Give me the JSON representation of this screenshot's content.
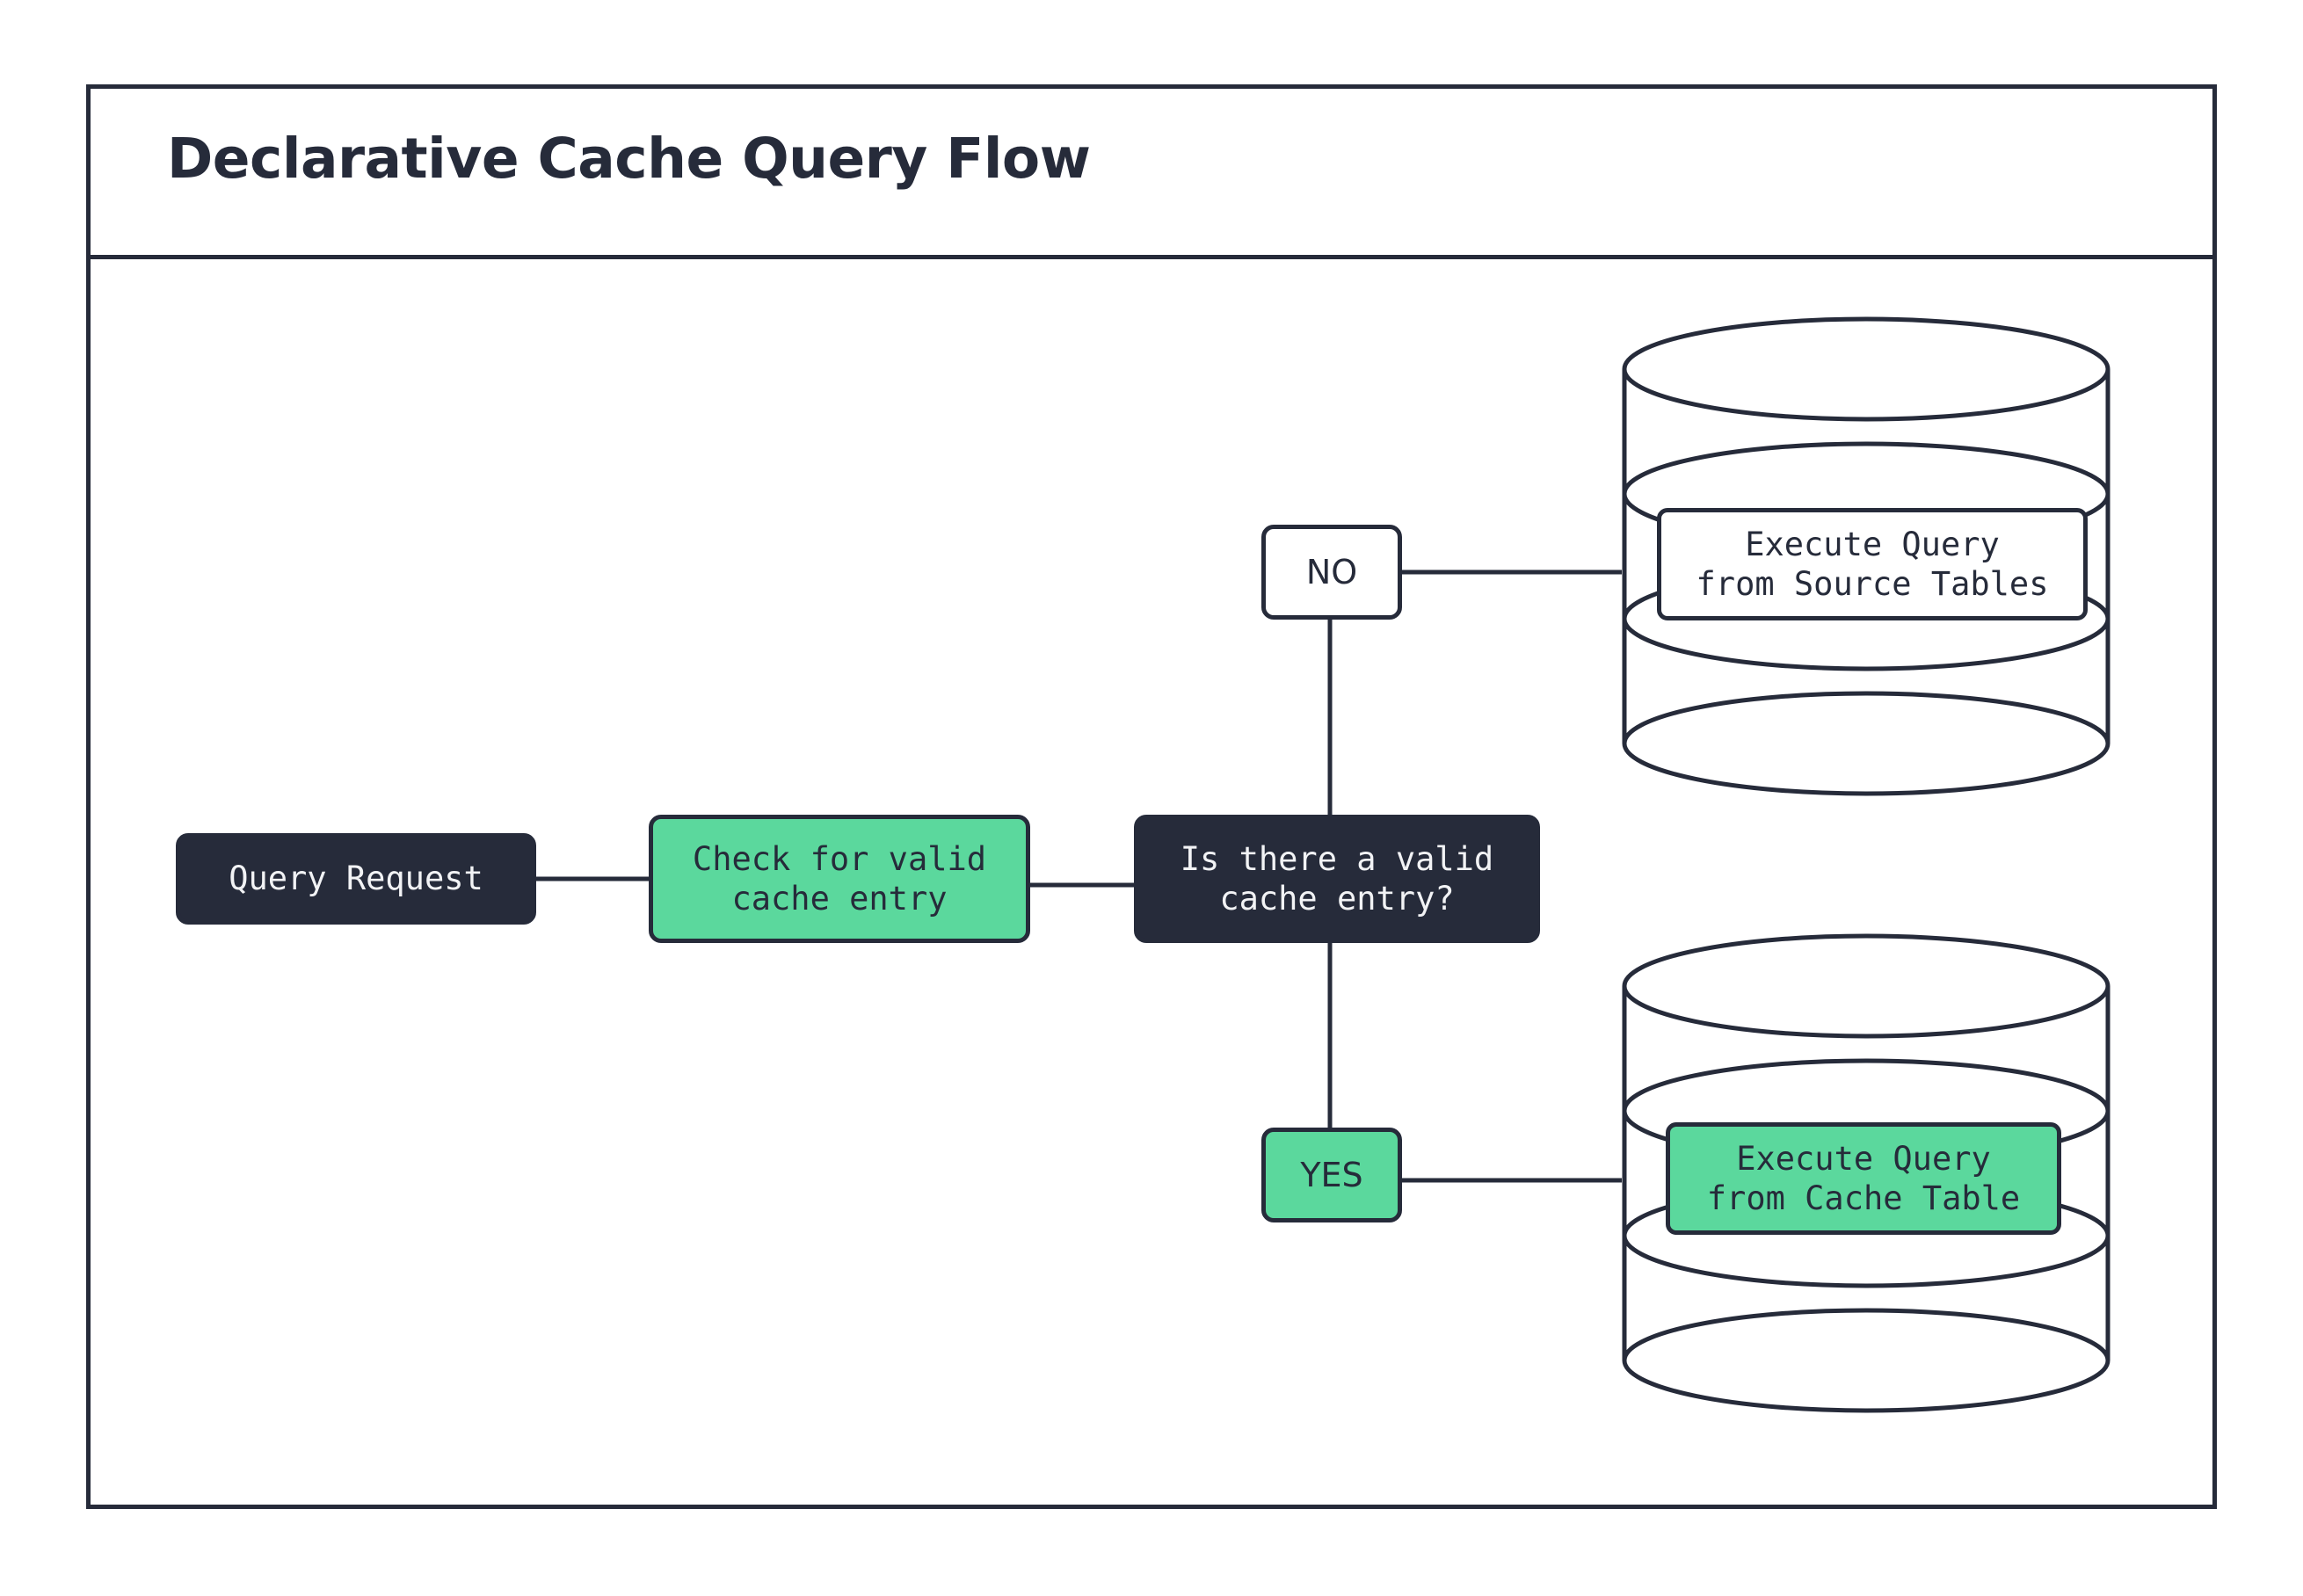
{
  "page": {
    "title": "Declarative Cache Query Flow",
    "background_color": "#ffffff",
    "ink_color": "#262b3a",
    "accent_green": "#5bd89d"
  },
  "diagram": {
    "type": "flowchart",
    "orientation": "left-to-right",
    "nodes": [
      {
        "id": "query-request",
        "label": "Query Request",
        "shape": "rounded-rect",
        "fill": "#262b3a",
        "text_color": "#f2f3f5"
      },
      {
        "id": "check-cache",
        "label": "Check for valid\ncache entry",
        "shape": "rounded-rect",
        "fill": "#5bd89d",
        "text_color": "#262b3a"
      },
      {
        "id": "decision",
        "label": "Is there a valid\ncache entry?",
        "shape": "rounded-rect",
        "fill": "#262b3a",
        "text_color": "#f2f3f5"
      },
      {
        "id": "source-db",
        "label": "Execute Query\nfrom Source Tables",
        "shape": "cylinder",
        "fill": "#ffffff",
        "text_color": "#262b3a"
      },
      {
        "id": "cache-db",
        "label": "Execute Query\nfrom Cache Table",
        "shape": "cylinder",
        "fill": "#5bd89d",
        "text_color": "#262b3a"
      }
    ],
    "branch_labels": [
      {
        "id": "no",
        "label": "NO",
        "fill": "#ffffff",
        "from": "decision",
        "to": "source-db"
      },
      {
        "id": "yes",
        "label": "YES",
        "fill": "#5bd89d",
        "from": "decision",
        "to": "cache-db"
      }
    ],
    "edges": [
      {
        "from": "query-request",
        "to": "check-cache"
      },
      {
        "from": "check-cache",
        "to": "decision"
      },
      {
        "from": "decision",
        "to": "no"
      },
      {
        "from": "no",
        "to": "source-db"
      },
      {
        "from": "decision",
        "to": "yes"
      },
      {
        "from": "yes",
        "to": "cache-db"
      }
    ]
  }
}
